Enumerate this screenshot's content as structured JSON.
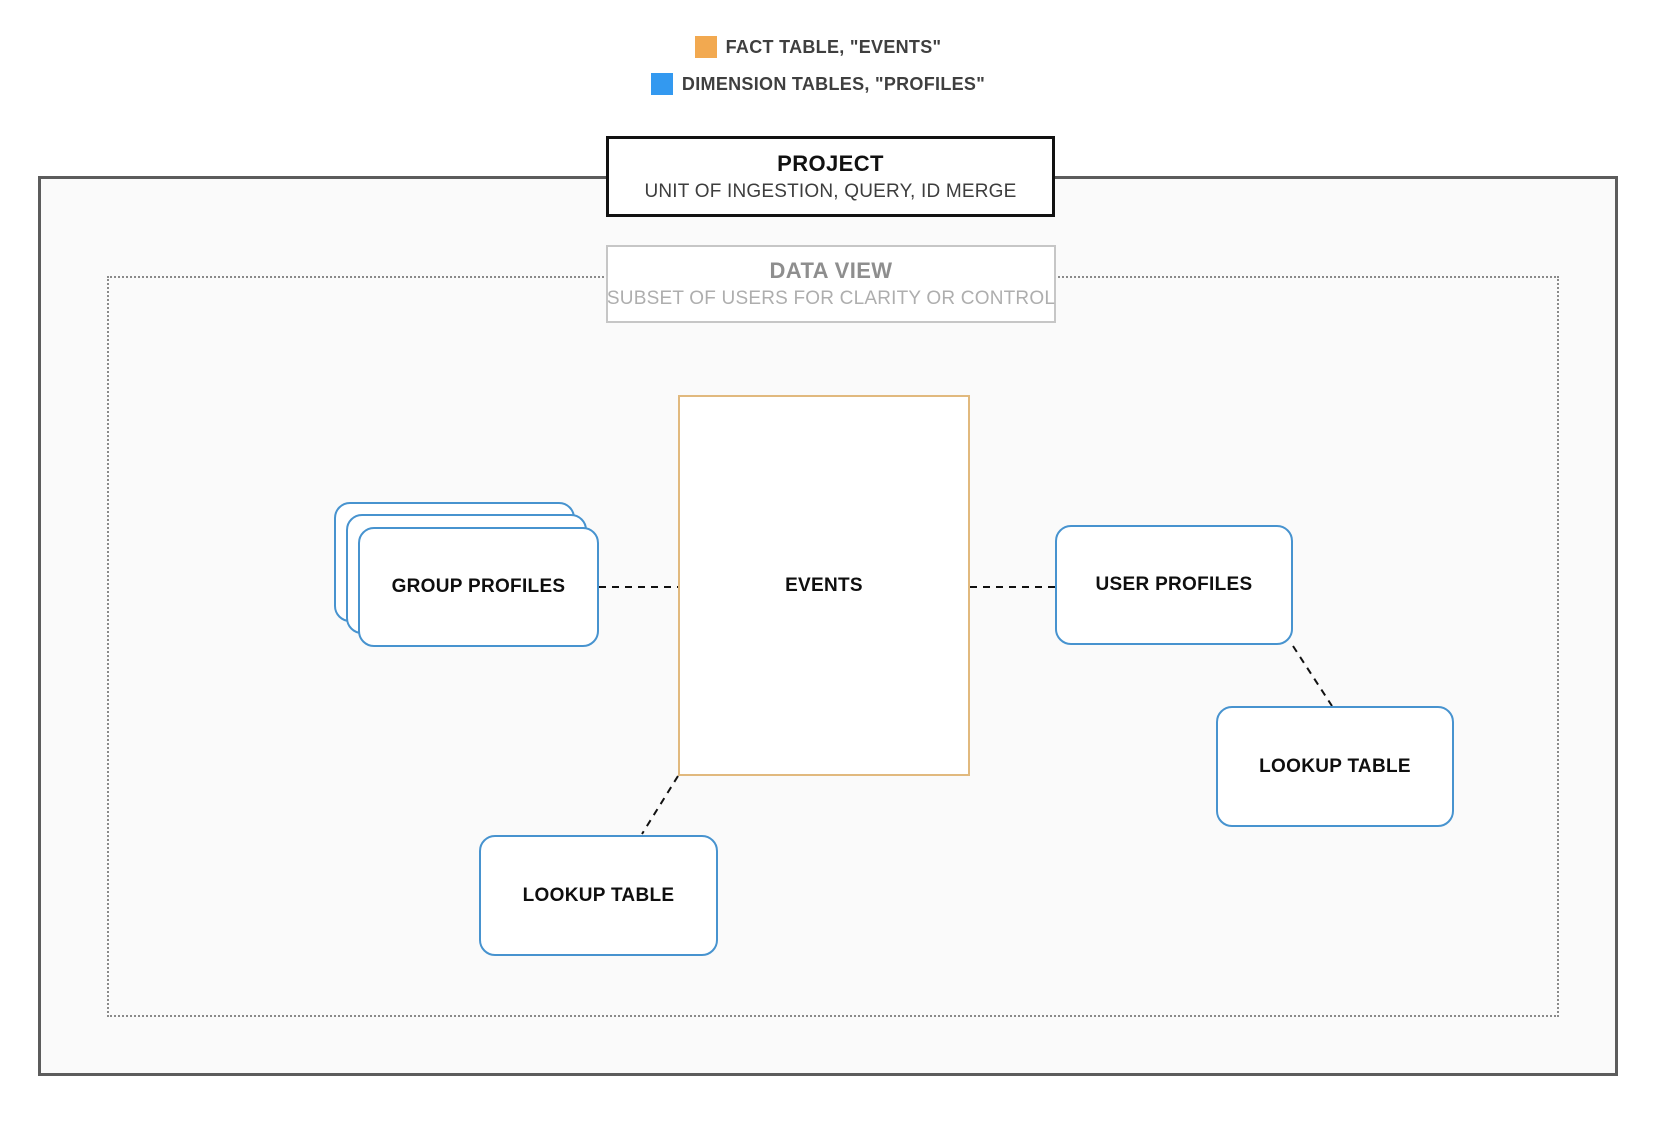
{
  "legend": {
    "items": [
      {
        "icon": "fact-table-swatch",
        "color": "#F2A950",
        "label": "FACT TABLE, \"EVENTS\""
      },
      {
        "icon": "dimension-table-swatch",
        "color": "#3399F0",
        "label": "DIMENSION TABLES, \"PROFILES\""
      }
    ]
  },
  "project": {
    "title": "PROJECT",
    "subtitle": "UNIT OF INGESTION, QUERY, ID MERGE"
  },
  "data_view": {
    "title": "DATA VIEW",
    "subtitle": "SUBSET OF USERS FOR CLARITY OR CONTROL"
  },
  "nodes": {
    "events": {
      "label": "EVENTS",
      "border_color": "#E1B97E"
    },
    "group_profiles": {
      "label": "GROUP PROFILES",
      "border_color": "#4793CF"
    },
    "user_profiles": {
      "label": "USER PROFILES",
      "border_color": "#4793CF"
    },
    "lookup_table_right": {
      "label": "LOOKUP TABLE",
      "border_color": "#4793CF"
    },
    "lookup_table_bottom": {
      "label": "LOOKUP TABLE",
      "border_color": "#4793CF"
    }
  },
  "colors": {
    "outer_border": "#5C5C5C",
    "dotted_border": "#8A8A8A",
    "connector": "#111111",
    "container_background": "#FAFAFA"
  }
}
